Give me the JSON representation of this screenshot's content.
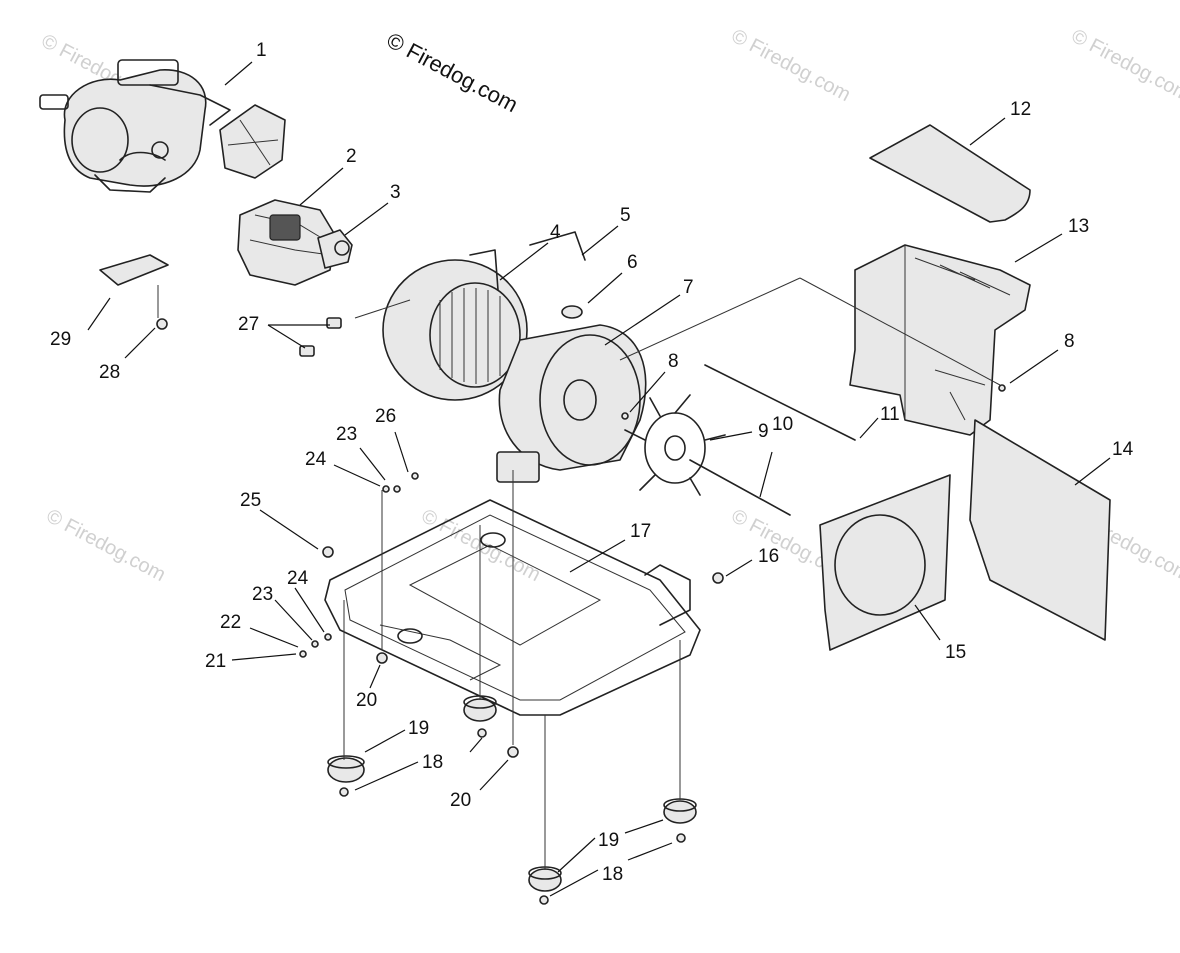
{
  "copyright": "© Firedog.com",
  "watermark": "© Firedog.com",
  "callouts": {
    "c1": "1",
    "c2": "2",
    "c3": "3",
    "c4": "4",
    "c5": "5",
    "c6": "6",
    "c7": "7",
    "c8a": "8",
    "c8b": "8",
    "c9": "9",
    "c10": "10",
    "c11": "11",
    "c12": "12",
    "c13": "13",
    "c14": "14",
    "c15": "15",
    "c16": "16",
    "c17": "17",
    "c18a": "18",
    "c18b": "18",
    "c19a": "19",
    "c19b": "19",
    "c20a": "20",
    "c20b": "20",
    "c21": "21",
    "c22": "22",
    "c23a": "23",
    "c23b": "23",
    "c24a": "24",
    "c24b": "24",
    "c25": "25",
    "c26": "26",
    "c27": "27",
    "c28": "28",
    "c29": "29"
  }
}
